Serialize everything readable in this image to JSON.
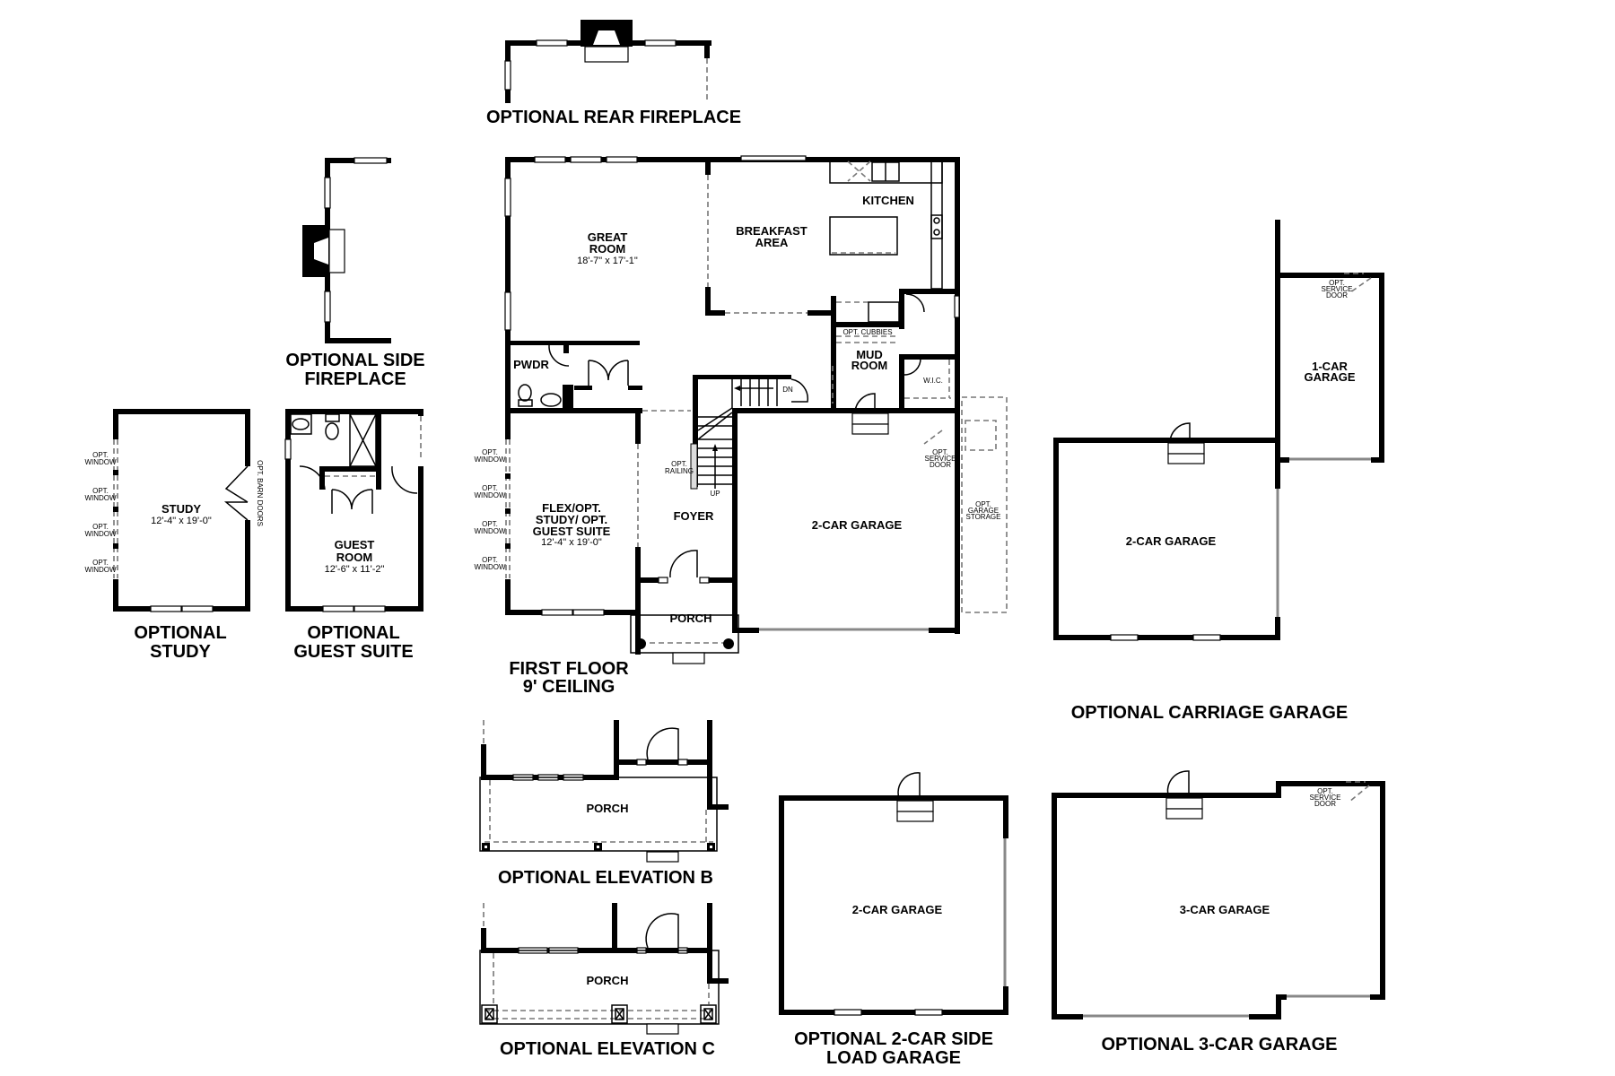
{
  "captions": {
    "rear_fireplace": "OPTIONAL REAR FIREPLACE",
    "side_fireplace": [
      "OPTIONAL SIDE",
      "FIREPLACE"
    ],
    "study": [
      "OPTIONAL",
      "STUDY"
    ],
    "guest_suite": [
      "OPTIONAL",
      "GUEST SUITE"
    ],
    "first_floor": [
      "FIRST FLOOR",
      "9' CEILING"
    ],
    "carriage_garage": "OPTIONAL CARRIAGE GARAGE",
    "elevation_b": "OPTIONAL ELEVATION B",
    "elevation_c": "OPTIONAL ELEVATION C",
    "side_load_garage": [
      "OPTIONAL 2-CAR SIDE",
      "LOAD GARAGE"
    ],
    "three_car_garage": "OPTIONAL 3-CAR GARAGE"
  },
  "first_floor": {
    "rooms": {
      "great_room": {
        "name": [
          "GREAT",
          "ROOM"
        ],
        "dims": "18'-7\" x 17'-1\""
      },
      "breakfast": {
        "name": [
          "BREAKFAST",
          "AREA"
        ]
      },
      "kitchen": {
        "name": "KITCHEN"
      },
      "pwdr": {
        "name": "PWDR"
      },
      "mud_room": {
        "name": [
          "MUD",
          "ROOM"
        ]
      },
      "wic": {
        "name": "W.I.C."
      },
      "flex": {
        "name": [
          "FLEX/OPT.",
          "STUDY/ OPT.",
          "GUEST SUITE"
        ],
        "dims": "12'-4\" x 19'-0\""
      },
      "foyer": {
        "name": "FOYER"
      },
      "porch": {
        "name": "PORCH"
      },
      "garage": {
        "name": "2-CAR GARAGE"
      }
    },
    "notes": {
      "opt_cubbies": "OPT. CUBBIES",
      "opt_railing": [
        "OPT.",
        "RAILING"
      ],
      "stair_up": "UP",
      "stair_dn": "DN",
      "opt_window": [
        "OPT.",
        "WINDOW"
      ],
      "opt_service_door": [
        "OPT.",
        "SERVICE",
        "DOOR"
      ],
      "opt_garage_storage": [
        "OPT.",
        "GARAGE",
        "STORAGE"
      ]
    }
  },
  "optional_study": {
    "name": "STUDY",
    "dims": "12'-4\" x 19'-0\"",
    "barn_doors": "OPT. BARN DOORS",
    "opt_window": [
      "OPT.",
      "WINDOW"
    ]
  },
  "optional_guest_suite": {
    "name": [
      "GUEST",
      "ROOM"
    ],
    "dims": "12'-6\" x 11'-2\""
  },
  "carriage_garage": {
    "two_car": "2-CAR GARAGE",
    "one_car": [
      "1-CAR",
      "GARAGE"
    ],
    "opt_service_door": [
      "OPT.",
      "SERVICE",
      "DOOR"
    ]
  },
  "elevation_b": {
    "porch": "PORCH"
  },
  "elevation_c": {
    "porch": "PORCH"
  },
  "side_load_garage": {
    "name": "2-CAR GARAGE"
  },
  "three_car_garage": {
    "name": "3-CAR GARAGE",
    "opt_service_door": [
      "OPT.",
      "SERVICE",
      "DOOR"
    ]
  }
}
